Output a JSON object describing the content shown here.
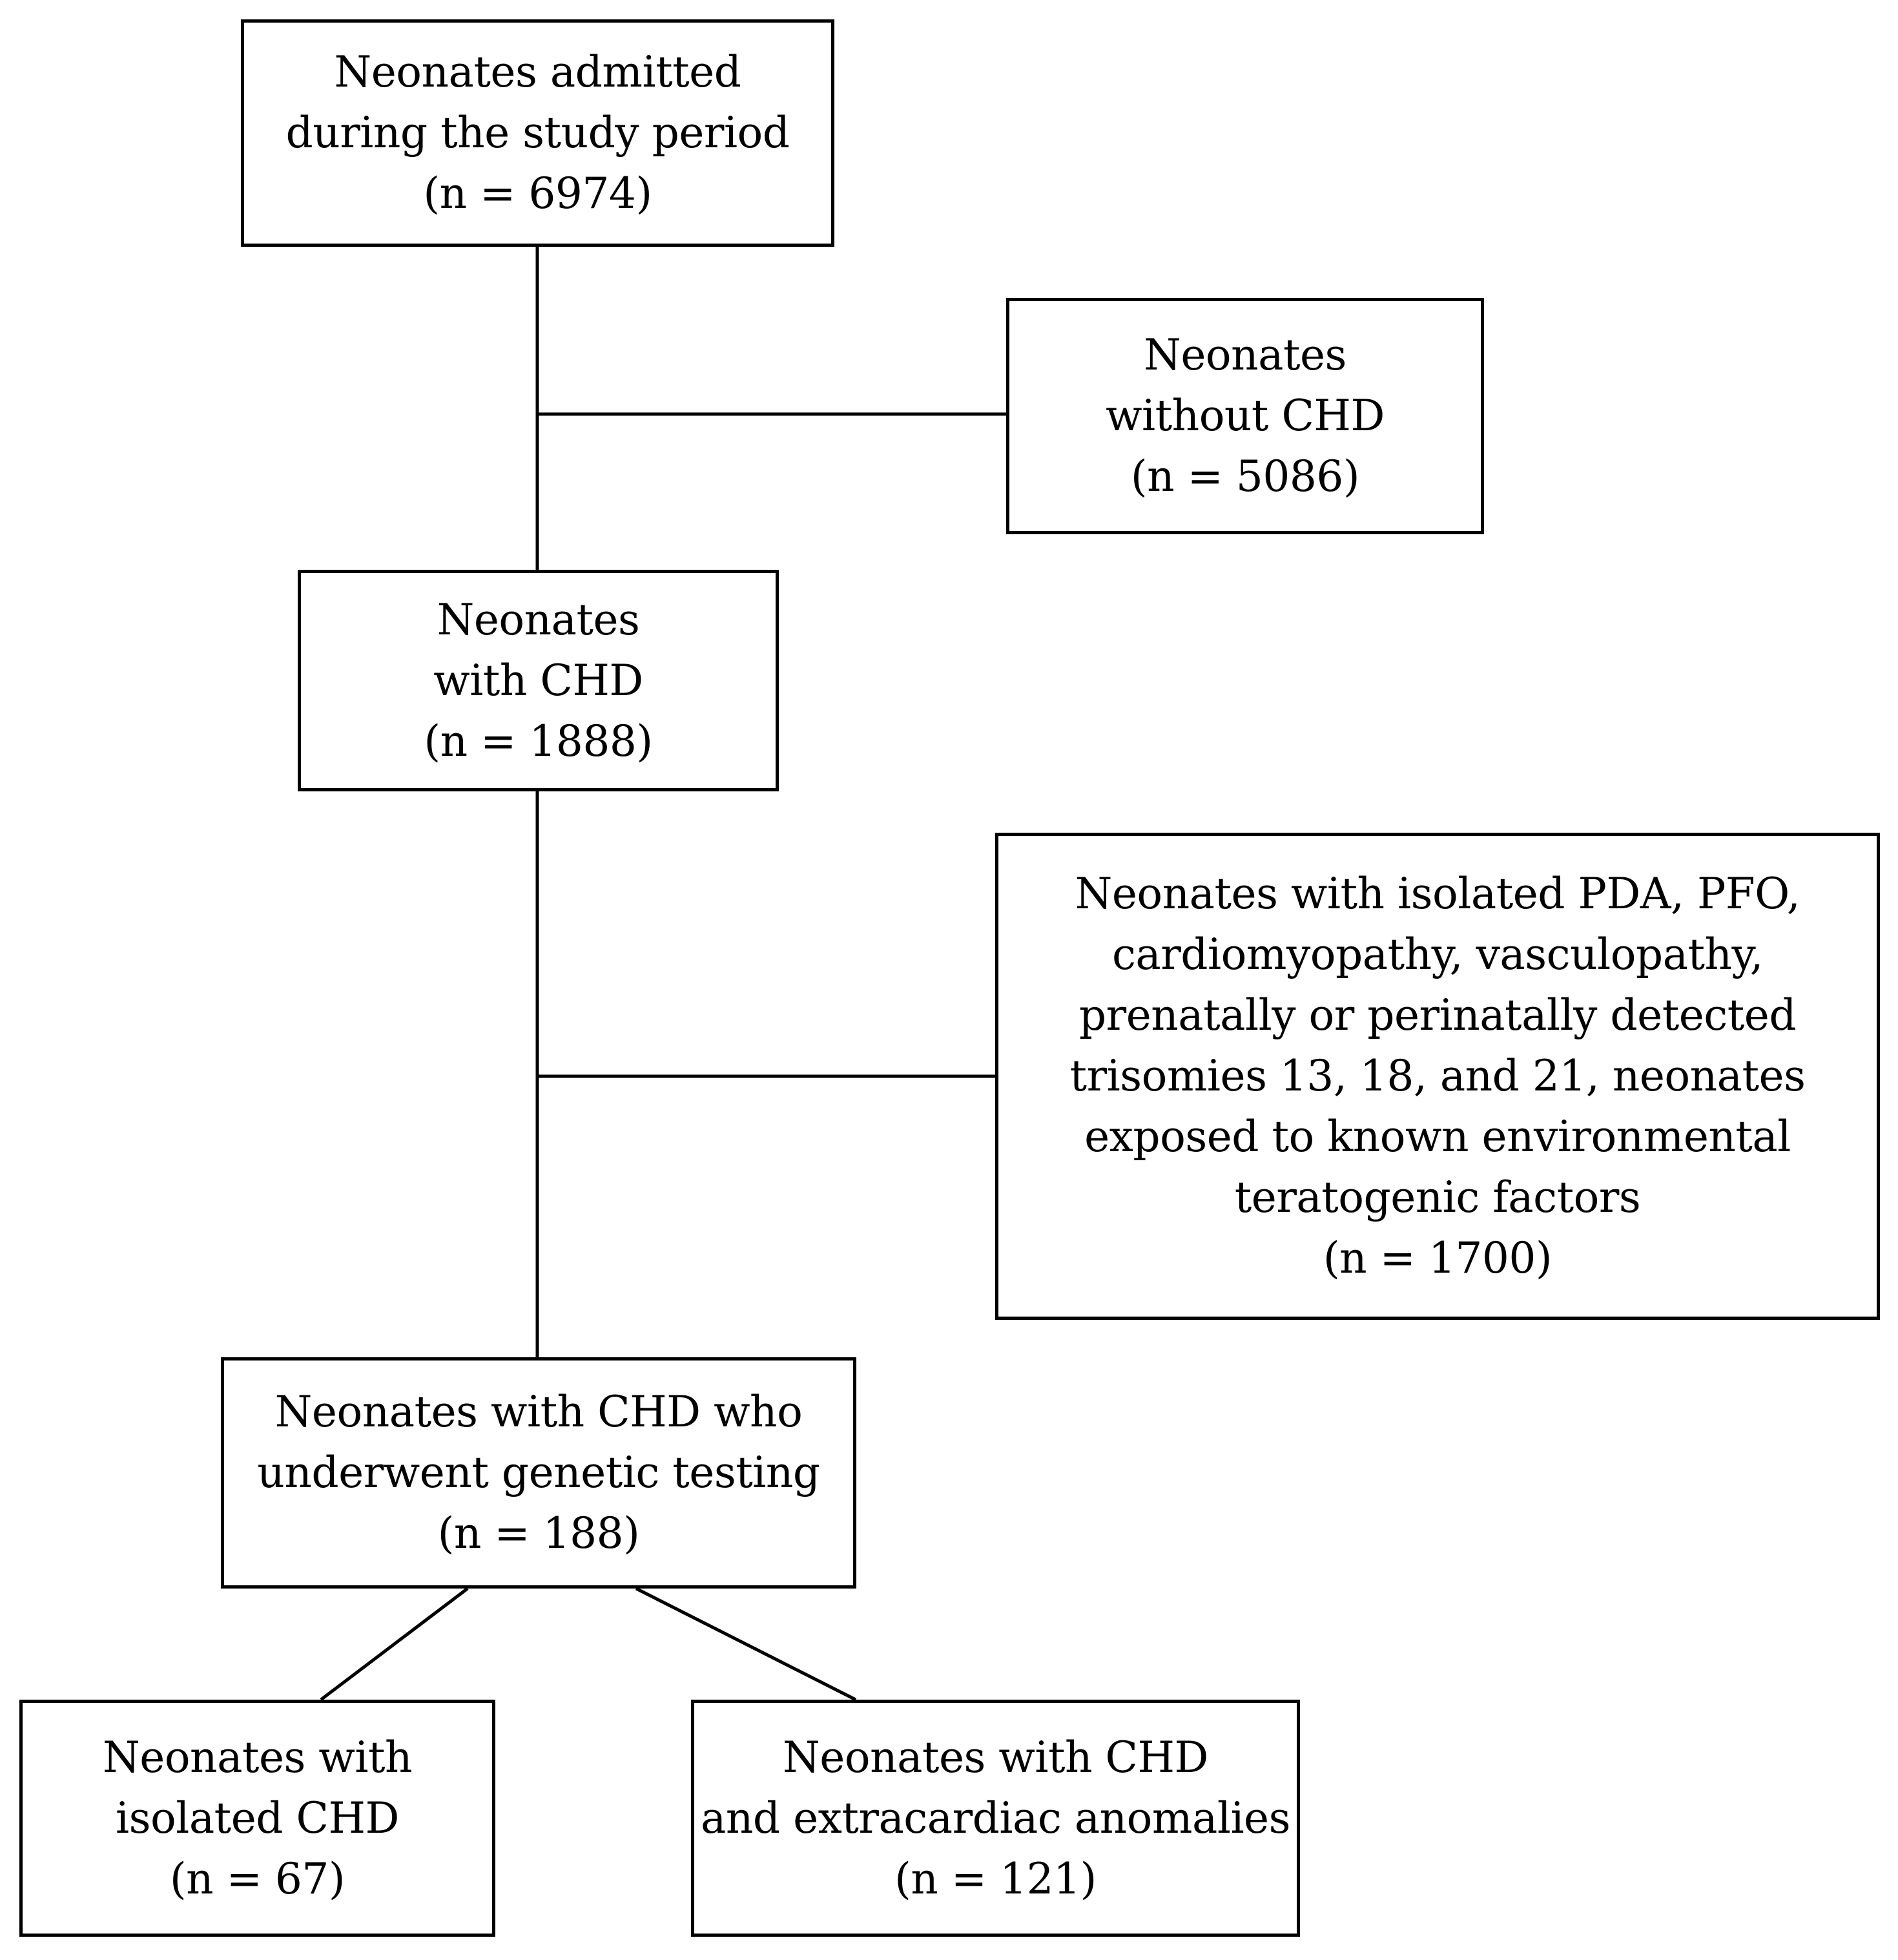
{
  "boxes": {
    "admitted": {
      "lines": [
        "Neonates admitted",
        "during the study period",
        "(n = 6974)"
      ]
    },
    "without_chd": {
      "lines": [
        "Neonates",
        "without CHD",
        "(n = 5086)"
      ]
    },
    "with_chd": {
      "lines": [
        "Neonates",
        "with CHD",
        "(n = 1888)"
      ]
    },
    "excluded": {
      "lines": [
        "Neonates with isolated PDA, PFO,",
        "cardiomyopathy, vasculopathy,",
        "prenatally or perinatally detected",
        "trisomies 13, 18, and 21, neonates",
        "exposed to known environmental",
        "teratogenic factors",
        "(n = 1700)"
      ]
    },
    "genetic_testing": {
      "lines": [
        "Neonates with CHD who",
        "underwent genetic testing",
        "(n = 188)"
      ]
    },
    "isolated_chd": {
      "lines": [
        "Neonates with",
        "isolated CHD",
        "(n = 67)"
      ]
    },
    "extracardiac": {
      "lines": [
        "Neonates with CHD",
        "and extracardiac anomalies",
        "(n = 121)"
      ]
    }
  }
}
